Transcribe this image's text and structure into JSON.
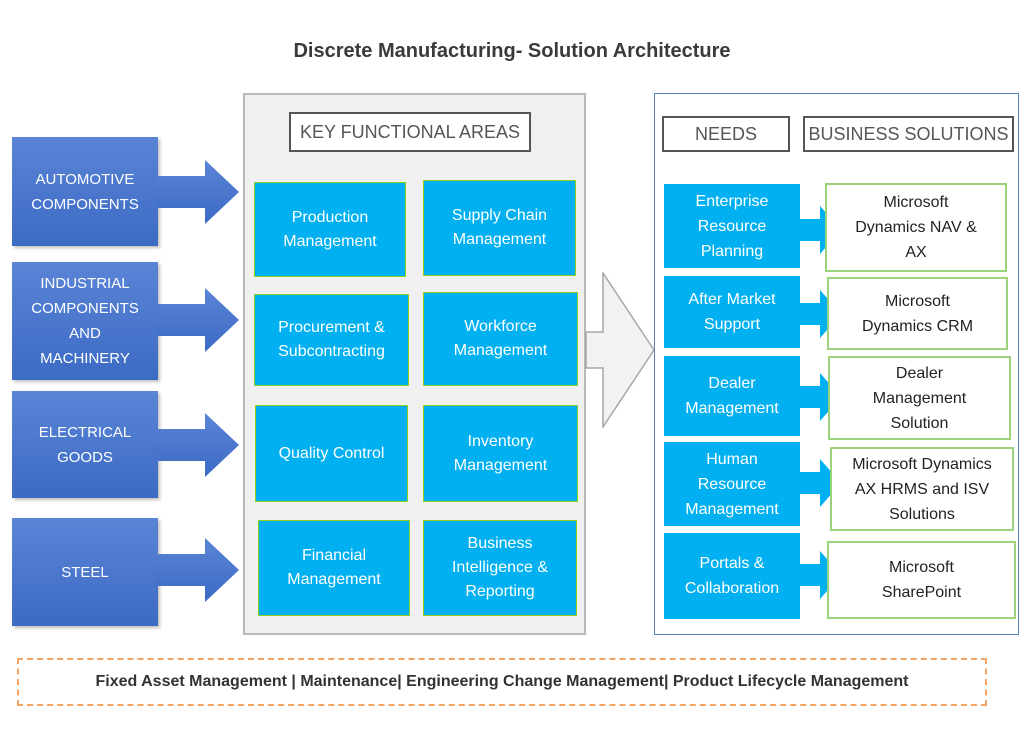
{
  "title": "Discrete Manufacturing- Solution Architecture",
  "industries": [
    "AUTOMOTIVE\nCOMPONENTS",
    "INDUSTRIAL\nCOMPONENTS\nAND\nMACHINERY",
    "ELECTRICAL\nGOODS",
    "STEEL"
  ],
  "key_areas_header": "KEY FUNCTIONAL AREAS",
  "functional_areas": [
    "Production\nManagement",
    "Supply Chain\nManagement",
    "Procurement &\nSubcontracting",
    "Workforce\nManagement",
    "Quality Control",
    "Inventory\nManagement",
    "Financial\nManagement",
    "Business\nIntelligence &\nReporting"
  ],
  "needs_header": "NEEDS",
  "solutions_header": "BUSINESS SOLUTIONS",
  "needs": [
    "Enterprise\nResource\nPlanning",
    "After Market\nSupport",
    "Dealer\nManagement",
    "Human\nResource\nManagement",
    "Portals &\nCollaboration"
  ],
  "solutions": [
    "Microsoft\nDynamics NAV &\nAX",
    "Microsoft\nDynamics CRM",
    "Dealer\nManagement\nSolution",
    "Microsoft Dynamics\nAX HRMS and ISV\nSolutions",
    "Microsoft\nSharePoint"
  ],
  "footer": "Fixed Asset Management | Maintenance| Engineering Change Management| Product Lifecycle Management",
  "colors": {
    "industry_blue": "#3c6bc4",
    "area_cyan": "#00b0f0",
    "area_border": "#8fd11a",
    "solution_border": "#9bd37a",
    "footer_border": "#f4a460"
  }
}
